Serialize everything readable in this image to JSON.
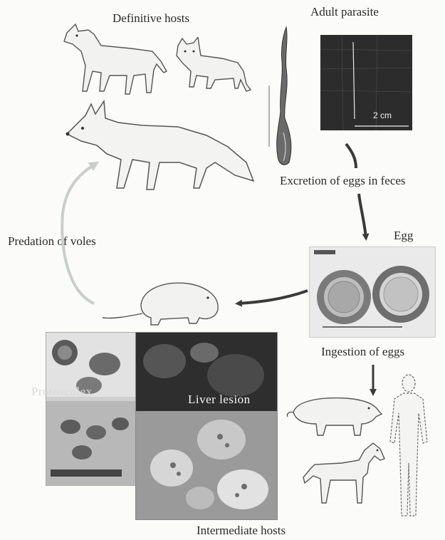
{
  "labels": {
    "definitive_hosts": "Definitive hosts",
    "adult_parasite": "Adult parasite",
    "scale": "2 cm",
    "excretion": "Excretion of eggs in feces",
    "egg": "Egg",
    "predation": "Predation of voles",
    "ingestion": "Ingestion of eggs",
    "protoscolex": "Protoscolex",
    "liver_lesion": "Liver lesion",
    "intermediate_hosts": "Intermediate hosts"
  },
  "colors": {
    "arrow_dark": "#3a3a3a",
    "arrow_light": "#c9cdcc",
    "outline": "#555555",
    "photo_dark": "#2c2c2c"
  }
}
